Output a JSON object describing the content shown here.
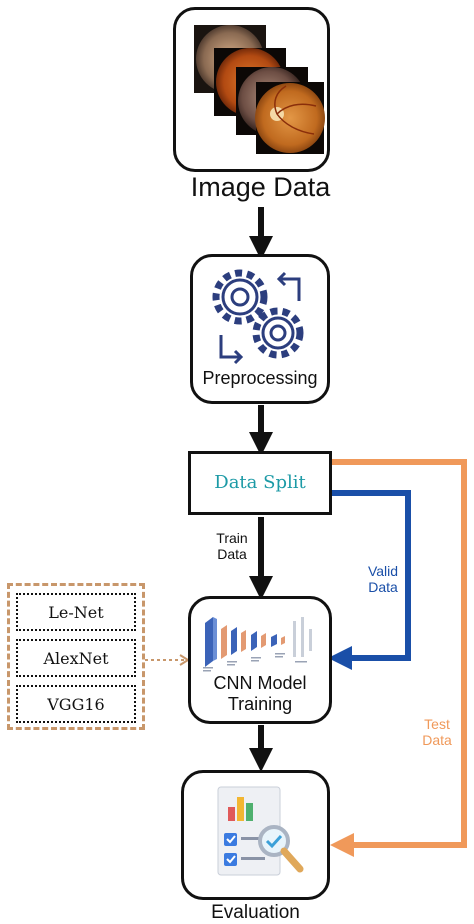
{
  "nodes": {
    "image_data": {
      "label": "Image Data"
    },
    "preprocessing": {
      "label": "Preprocessing"
    },
    "data_split": {
      "label": "Data Split"
    },
    "cnn_training": {
      "line1": "CNN Model",
      "line2": "Training"
    },
    "evaluation": {
      "label": "Evaluation"
    }
  },
  "edge_labels": {
    "train": {
      "line1": "Train",
      "line2": "Data"
    },
    "valid": {
      "line1": "Valid",
      "line2": "Data"
    },
    "test": {
      "line1": "Test",
      "line2": "Data"
    }
  },
  "models": [
    "Le-Net",
    "AlexNet",
    "VGG16"
  ],
  "colors": {
    "valid_arrow": "#1a4fa8",
    "test_arrow": "#f0995a",
    "data_split_text": "#1c9aa6",
    "models_border": "#c8976b",
    "gear_icon": "#2c3e7e"
  }
}
